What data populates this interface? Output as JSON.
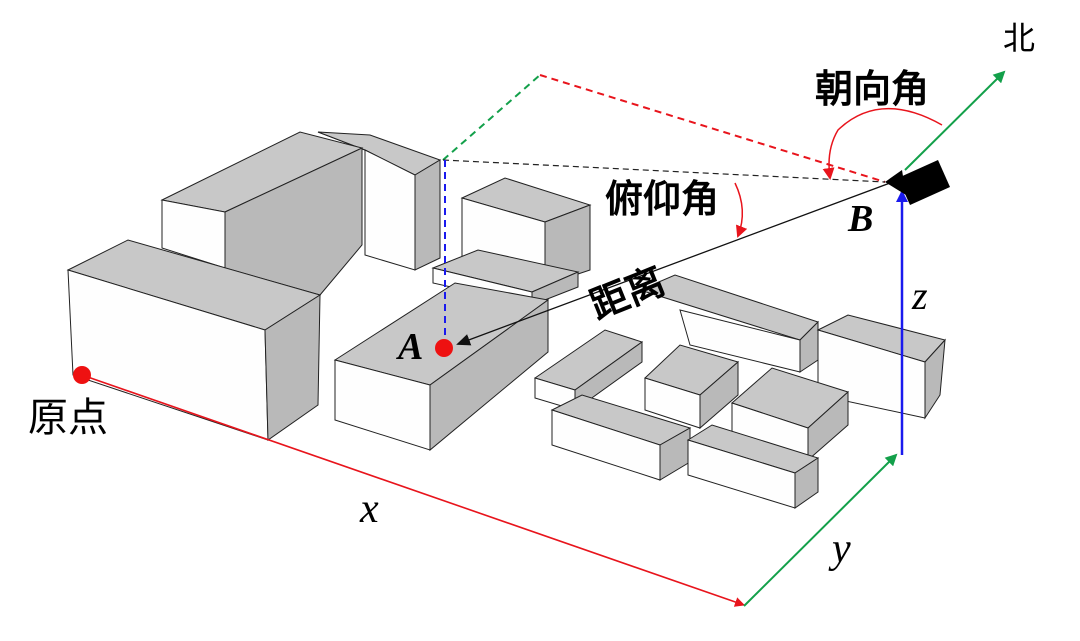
{
  "labels": {
    "north": "北",
    "azimuth_angle": "朝向角",
    "pitch_angle": "俯仰角",
    "point_b": "B",
    "z_axis": "z",
    "distance": "距离",
    "point_a": "A",
    "origin": "原点",
    "x_axis": "x",
    "y_axis": "y"
  },
  "colors": {
    "x_axis": "#e8141c",
    "y_axis": "#13a04a",
    "z_axis": "#1a1aee",
    "point": "#ee1111",
    "building_top": "#c8c8c8",
    "building_side": "#fefefe"
  }
}
